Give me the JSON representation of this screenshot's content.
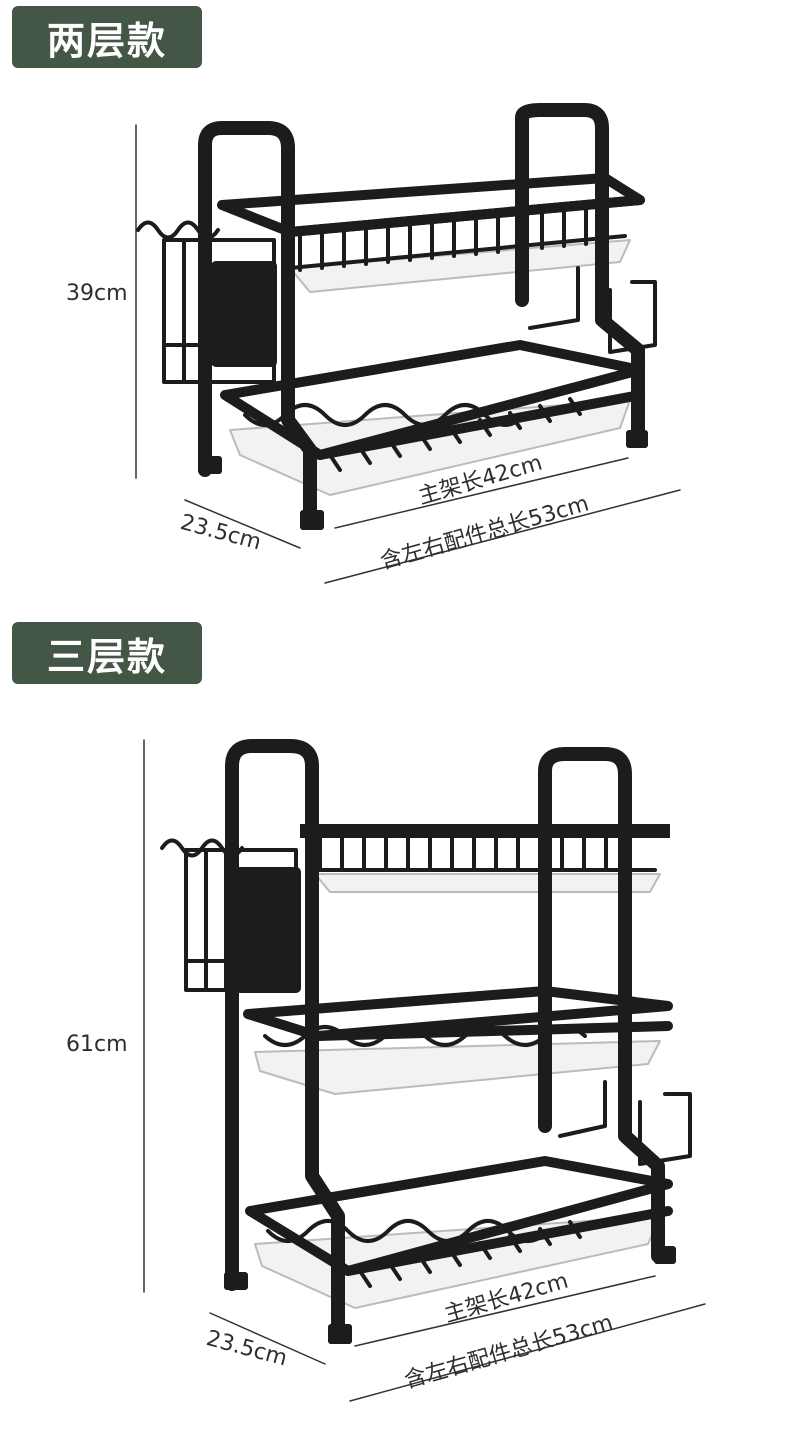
{
  "sections": [
    {
      "title": "两层款",
      "height_label": "39cm",
      "depth_label": "23.5cm",
      "main_length_label": "主架长42cm",
      "total_length_label": "含左右配件总长53cm"
    },
    {
      "title": "三层款",
      "height_label": "61cm",
      "depth_label": "23.5cm",
      "main_length_label": "主架长42cm",
      "total_length_label": "含左右配件总长53cm"
    }
  ],
  "colors": {
    "badge": "#445646",
    "rack": "#1c1c1c",
    "tray": "#f2f2f2"
  },
  "product_image": "dish-rack"
}
